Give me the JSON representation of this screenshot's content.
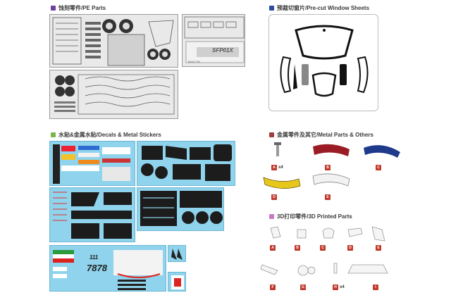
{
  "sections": {
    "pe": {
      "title": "蚀刻零件/PE Parts",
      "color": "#6b3fa0"
    },
    "window": {
      "title": "预裁切窗片/Pre-cut Window Sheets",
      "color": "#2a4d9c"
    },
    "decals": {
      "title": "水贴&金属水贴/Decals & Metal Stickers",
      "color": "#7ab648"
    },
    "metal": {
      "title": "金属零件及其它/Metal Parts & Others",
      "color": "#a23b3b"
    },
    "printed": {
      "title": "3D打印零件/3D Printed Parts",
      "color": "#c779c7"
    }
  },
  "pe_sheet": {
    "brand": "SFP01X",
    "built_by": "BUILT BY"
  },
  "decal_sheet": {
    "number_text": "7878",
    "number_small": "111"
  },
  "metal_parts": [
    {
      "label": "A",
      "qty": "x4"
    },
    {
      "label": "B",
      "qty": ""
    },
    {
      "label": "C",
      "qty": ""
    },
    {
      "label": "D",
      "qty": ""
    },
    {
      "label": "E",
      "qty": ""
    }
  ],
  "printed_parts": [
    {
      "label": "A",
      "qty": ""
    },
    {
      "label": "B",
      "qty": ""
    },
    {
      "label": "C",
      "qty": ""
    },
    {
      "label": "D",
      "qty": ""
    },
    {
      "label": "E",
      "qty": ""
    },
    {
      "label": "F",
      "qty": ""
    },
    {
      "label": "G",
      "qty": ""
    },
    {
      "label": "H",
      "qty": "x4"
    },
    {
      "label": "I",
      "qty": ""
    }
  ],
  "colors": {
    "tag_red": "#c0392b",
    "decal_blue": "#8fd3ec",
    "ribbon_red": "#9b1c24",
    "ribbon_blue": "#1f3a8a",
    "ribbon_yellow": "#e8c71c"
  }
}
